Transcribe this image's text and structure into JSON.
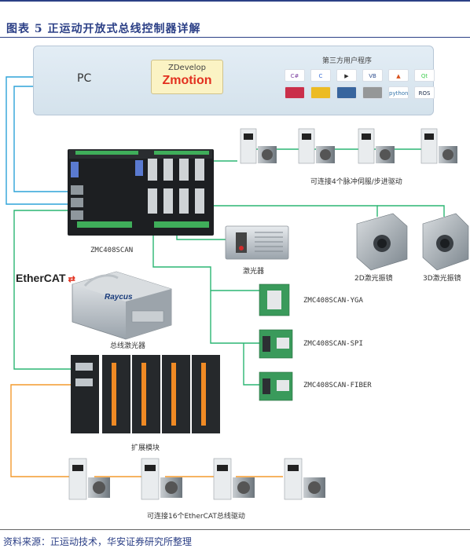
{
  "figure_title": "图表 5 正运动开放式总线控制器详解",
  "pc": {
    "label": "PC",
    "software_name": "ZDevelop",
    "software_brand": "Zmotion",
    "third_party_label": "第三方用户程序",
    "third_party_tiles": [
      {
        "label": "C#",
        "icon": "csharp-icon",
        "color": "#7b3fa0"
      },
      {
        "label": "C",
        "icon": "c-lang-icon",
        "color": "#3a6fd8"
      },
      {
        "label": "▶",
        "icon": "media-icon",
        "color": "#2a2a2a"
      },
      {
        "label": "VB",
        "icon": "vb-icon",
        "color": "#2f4f8f"
      },
      {
        "label": "▲",
        "icon": "matlab-icon",
        "color": "#d9531e"
      },
      {
        "label": "Qt",
        "icon": "qt-icon",
        "color": "#41cd52"
      },
      {
        "label": "",
        "icon": "labview-icon",
        "color": "#c8102e"
      },
      {
        "label": "",
        "icon": "linux-icon",
        "color": "#f0b400"
      },
      {
        "label": "",
        "icon": "ni-icon",
        "color": "#1d4f91"
      },
      {
        "label": "",
        "icon": "android-icon",
        "color": "#8a8a8a"
      },
      {
        "label": "python",
        "icon": "python-icon",
        "color": "#3776ab"
      },
      {
        "label": "ROS",
        "icon": "ros-icon",
        "color": "#22314e"
      }
    ]
  },
  "controller_label": "ZMC408SCAN",
  "ethercat_label": "EtherCAT",
  "servo_caption": "可连接4个脉冲伺服/步进驱动",
  "laser_caption": "激光器",
  "galvo_2d_caption": "2D激光振镜",
  "galvo_3d_caption": "3D激光振镜",
  "bus_laser_caption": "总线激光器",
  "bus_laser_brand": "Raycus",
  "expansion_caption": "扩展模块",
  "boards": [
    "ZMC408SCAN-YGA",
    "ZMC408SCAN-SPI",
    "ZMC408SCAN-FIBER"
  ],
  "ethercat_drives_caption": "可连接16个EtherCAT总线驱动",
  "source_note": "资料来源：正运动技术，华安证券研究所整理",
  "colors": {
    "title_blue": "#2b3f86",
    "link_blue": "#2ea3d8",
    "link_green": "#2bb673",
    "link_orange": "#f39a2d",
    "brand_red": "#e2301f"
  }
}
